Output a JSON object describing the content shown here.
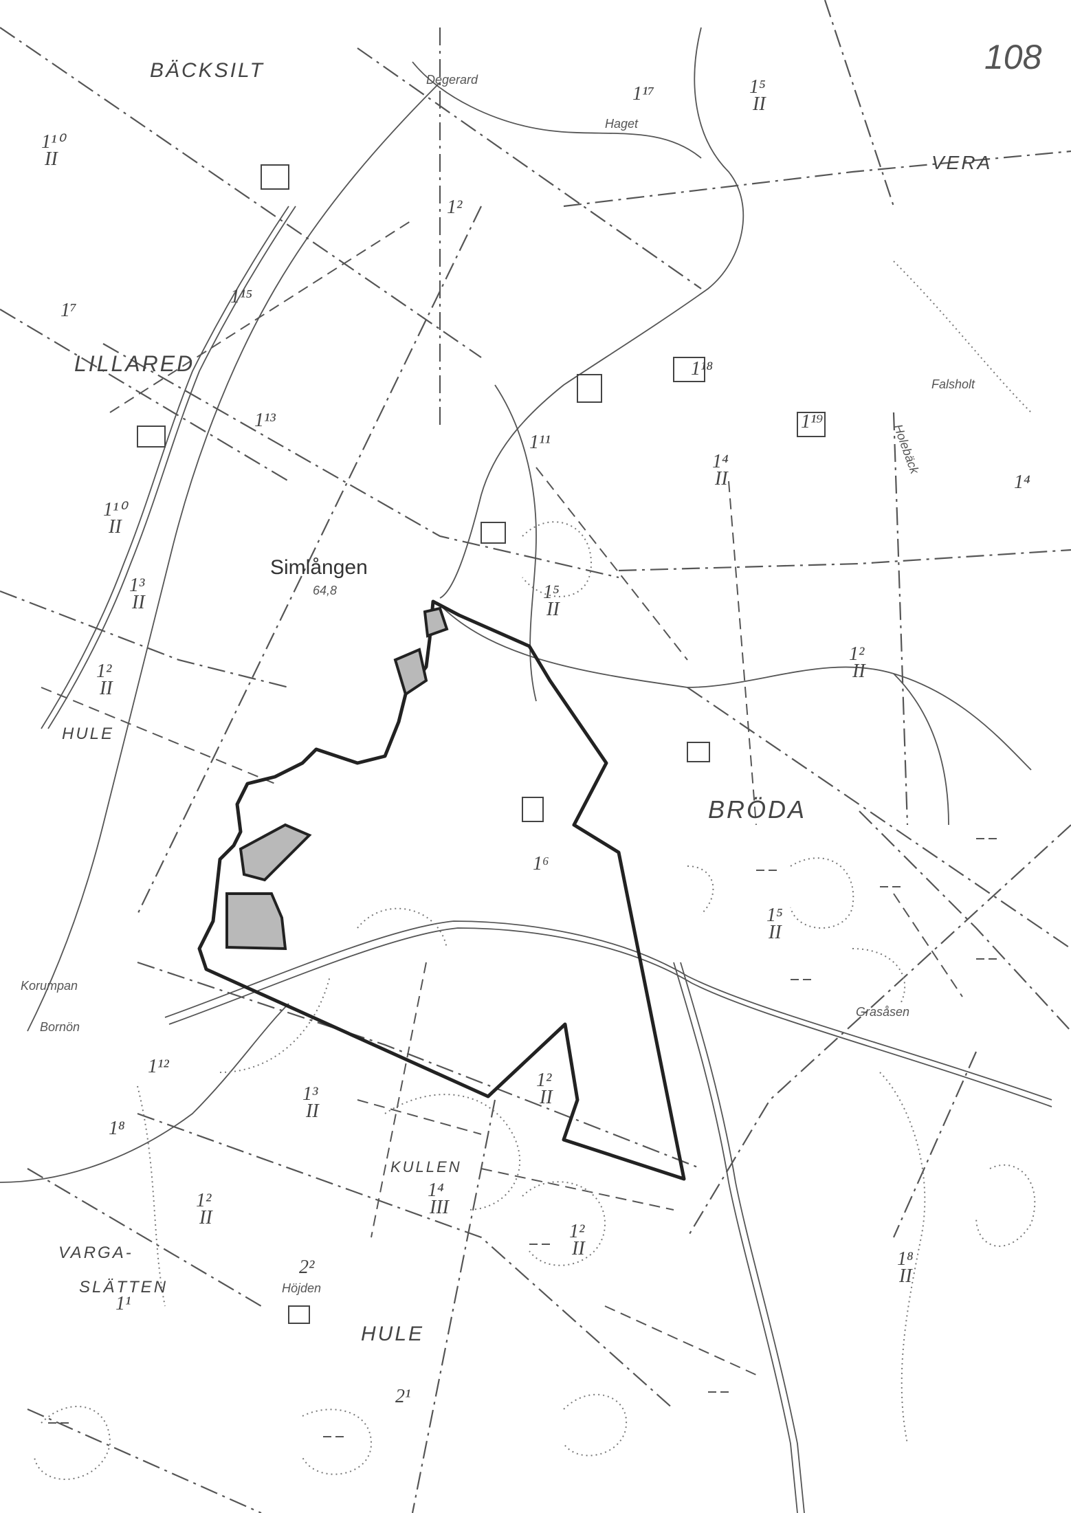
{
  "page": {
    "number": "108"
  },
  "places": [
    {
      "id": "backsilt",
      "name": "BÄCKSILT"
    },
    {
      "id": "lillared",
      "name": "LILLARED"
    },
    {
      "id": "vera",
      "name": "VERA"
    },
    {
      "id": "broda",
      "name": "BRÖDA"
    },
    {
      "id": "hule-west",
      "name": "HULE"
    },
    {
      "id": "hule-south",
      "name": "HULE"
    },
    {
      "id": "kullen",
      "name": "KULLEN"
    },
    {
      "id": "varga",
      "name": "VARGA-"
    },
    {
      "id": "slatten",
      "name": "SLÄTTEN"
    }
  ],
  "lake": {
    "name": "Simlången",
    "elevation": "64,8"
  },
  "minor_labels": [
    {
      "id": "degerard",
      "text": "Degerard"
    },
    {
      "id": "haget",
      "text": "Haget"
    },
    {
      "id": "korumpan",
      "text": "Korumpan"
    },
    {
      "id": "bornon",
      "text": "Bornön"
    },
    {
      "id": "grasasen",
      "text": "Grasåsen"
    },
    {
      "id": "hojden",
      "text": "Höjden"
    },
    {
      "id": "falsholt",
      "text": "Falsholt"
    },
    {
      "id": "holebäck",
      "text": "Holebäck"
    }
  ],
  "parcels": [
    {
      "id": "p-1-10-nw",
      "label": "1¹⁰",
      "class": "II"
    },
    {
      "id": "p-1-5-ne",
      "label": "1⁵",
      "class": "II"
    },
    {
      "id": "p-1-7",
      "label": "1⁷",
      "class": ""
    },
    {
      "id": "p-1-4-east",
      "label": "1⁴",
      "class": "II"
    },
    {
      "id": "p-1-4-far",
      "label": "1⁴",
      "class": ""
    },
    {
      "id": "p-1-10-w",
      "label": "1¹⁰",
      "class": "II"
    },
    {
      "id": "p-1-3-w",
      "label": "1³",
      "class": "II"
    },
    {
      "id": "p-1-2-w",
      "label": "1²",
      "class": "II"
    },
    {
      "id": "p-1-5-mid",
      "label": "1⁵",
      "class": "II"
    },
    {
      "id": "p-1-2-east",
      "label": "1²",
      "class": "II"
    },
    {
      "id": "p-1-6",
      "label": "1⁶",
      "class": ""
    },
    {
      "id": "p-1-5-broda",
      "label": "1⁵",
      "class": "II"
    },
    {
      "id": "p-1-3-south",
      "label": "1³",
      "class": "II"
    },
    {
      "id": "p-1-2-tri",
      "label": "1²",
      "class": "II"
    },
    {
      "id": "p-1-4-kullen",
      "label": "1⁴",
      "class": "III"
    },
    {
      "id": "p-1-2-sw",
      "label": "1²",
      "class": "II"
    },
    {
      "id": "p-1-2-s",
      "label": "1²",
      "class": "II"
    },
    {
      "id": "p-1-8",
      "label": "1⁸",
      "class": "II"
    },
    {
      "id": "p-1-12",
      "label": "1¹²",
      "class": ""
    },
    {
      "id": "p-1-8-w",
      "label": "1⁸",
      "class": ""
    },
    {
      "id": "p-2-1",
      "label": "2¹",
      "class": ""
    },
    {
      "id": "p-1-1",
      "label": "1¹",
      "class": ""
    },
    {
      "id": "p-1-11",
      "label": "1¹¹",
      "class": ""
    },
    {
      "id": "p-1-18",
      "label": "1¹⁸",
      "class": ""
    },
    {
      "id": "p-1-19",
      "label": "1¹⁹",
      "class": ""
    },
    {
      "id": "p-1-2-lake",
      "label": "1²",
      "class": ""
    },
    {
      "id": "p-1-15",
      "label": "1¹⁵",
      "class": ""
    },
    {
      "id": "p-1-13",
      "label": "1¹³",
      "class": ""
    },
    {
      "id": "p-1-17",
      "label": "1¹⁷",
      "class": ""
    },
    {
      "id": "p-2-2",
      "label": "2²",
      "class": ""
    }
  ]
}
